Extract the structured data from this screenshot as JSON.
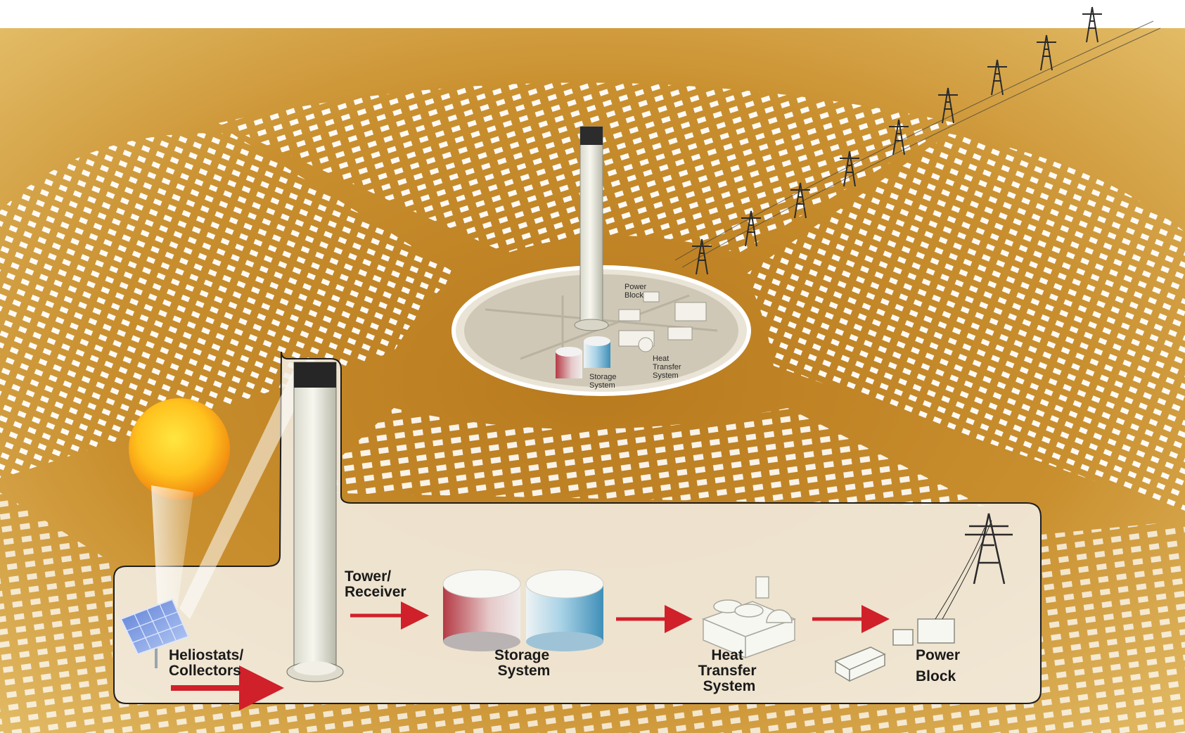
{
  "colors": {
    "field_light": "#e8c673",
    "field_dark": "#b87a1e",
    "mirror": "#ffffff",
    "arrow": "#d0202a",
    "panel": "#f4efe6",
    "sun_core": "#ffd21e",
    "sun_edge": "#f08a12"
  },
  "plant_labels": {
    "power_block": "Power\nBlock",
    "heat_transfer": "Heat\nTransfer\nSystem",
    "storage": "Storage\nSystem"
  },
  "flow": {
    "heliostats": "Heliostats/\nCollectors",
    "tower": "Tower/\nReceiver",
    "storage": "Storage\nSystem",
    "heat_transfer": "Heat\nTransfer\nSystem",
    "power_block": "Power\nBlock"
  },
  "icons": [
    "sun-icon",
    "solar-panel-icon",
    "tower-icon",
    "storage-tank-icon",
    "heat-exchanger-icon",
    "power-block-icon",
    "transmission-tower-icon",
    "arrow-icon"
  ]
}
